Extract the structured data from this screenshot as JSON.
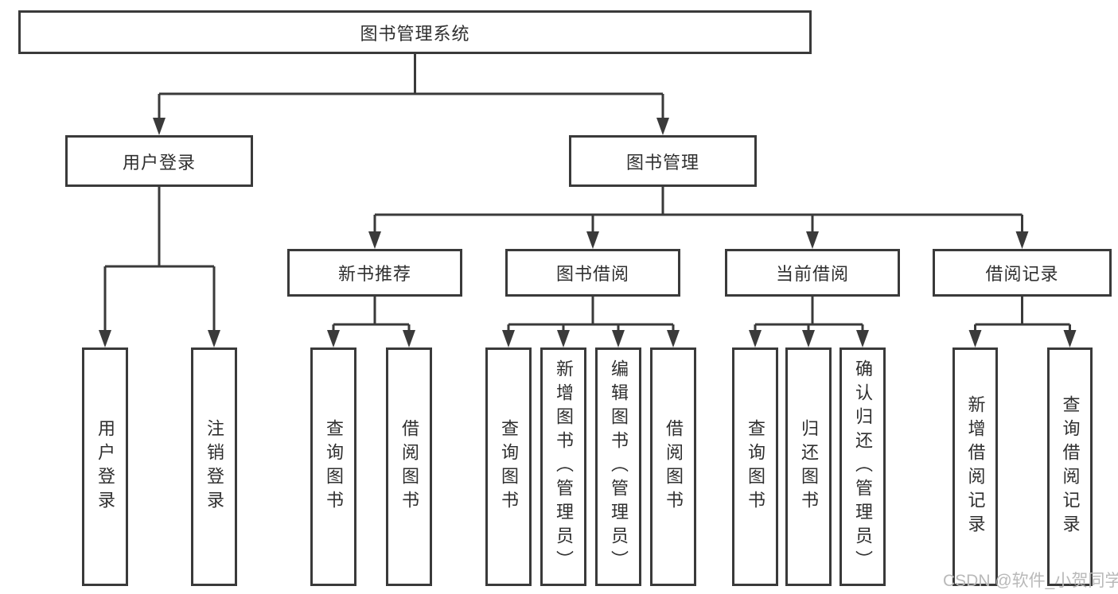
{
  "colors": {
    "line": "#3a3a3a",
    "box_border": "#3a3a3a",
    "text": "#2f2f2f",
    "watermark": "#b9b9b9",
    "background": "#ffffff"
  },
  "diagram": {
    "root": {
      "label": "图书管理系统"
    },
    "level2": [
      {
        "label": "用户登录"
      },
      {
        "label": "图书管理"
      }
    ],
    "level3": [
      {
        "label": "新书推荐"
      },
      {
        "label": "图书借阅"
      },
      {
        "label": "当前借阅"
      },
      {
        "label": "借阅记录"
      }
    ],
    "leaves": {
      "user_login": [
        "用户登录",
        "注销登录"
      ],
      "new_book_recommend": [
        "查询图书",
        "借阅图书"
      ],
      "book_borrow": [
        "查询图书",
        "新增图书（管理员）",
        "编辑图书（管理员）",
        "借阅图书"
      ],
      "current_borrow": [
        "查询图书",
        "归还图书",
        "确认归还（管理员）"
      ],
      "borrow_records": [
        "新增借阅记录",
        "查询借阅记录"
      ]
    },
    "watermark": "CSDN @软件_小贺同学"
  }
}
